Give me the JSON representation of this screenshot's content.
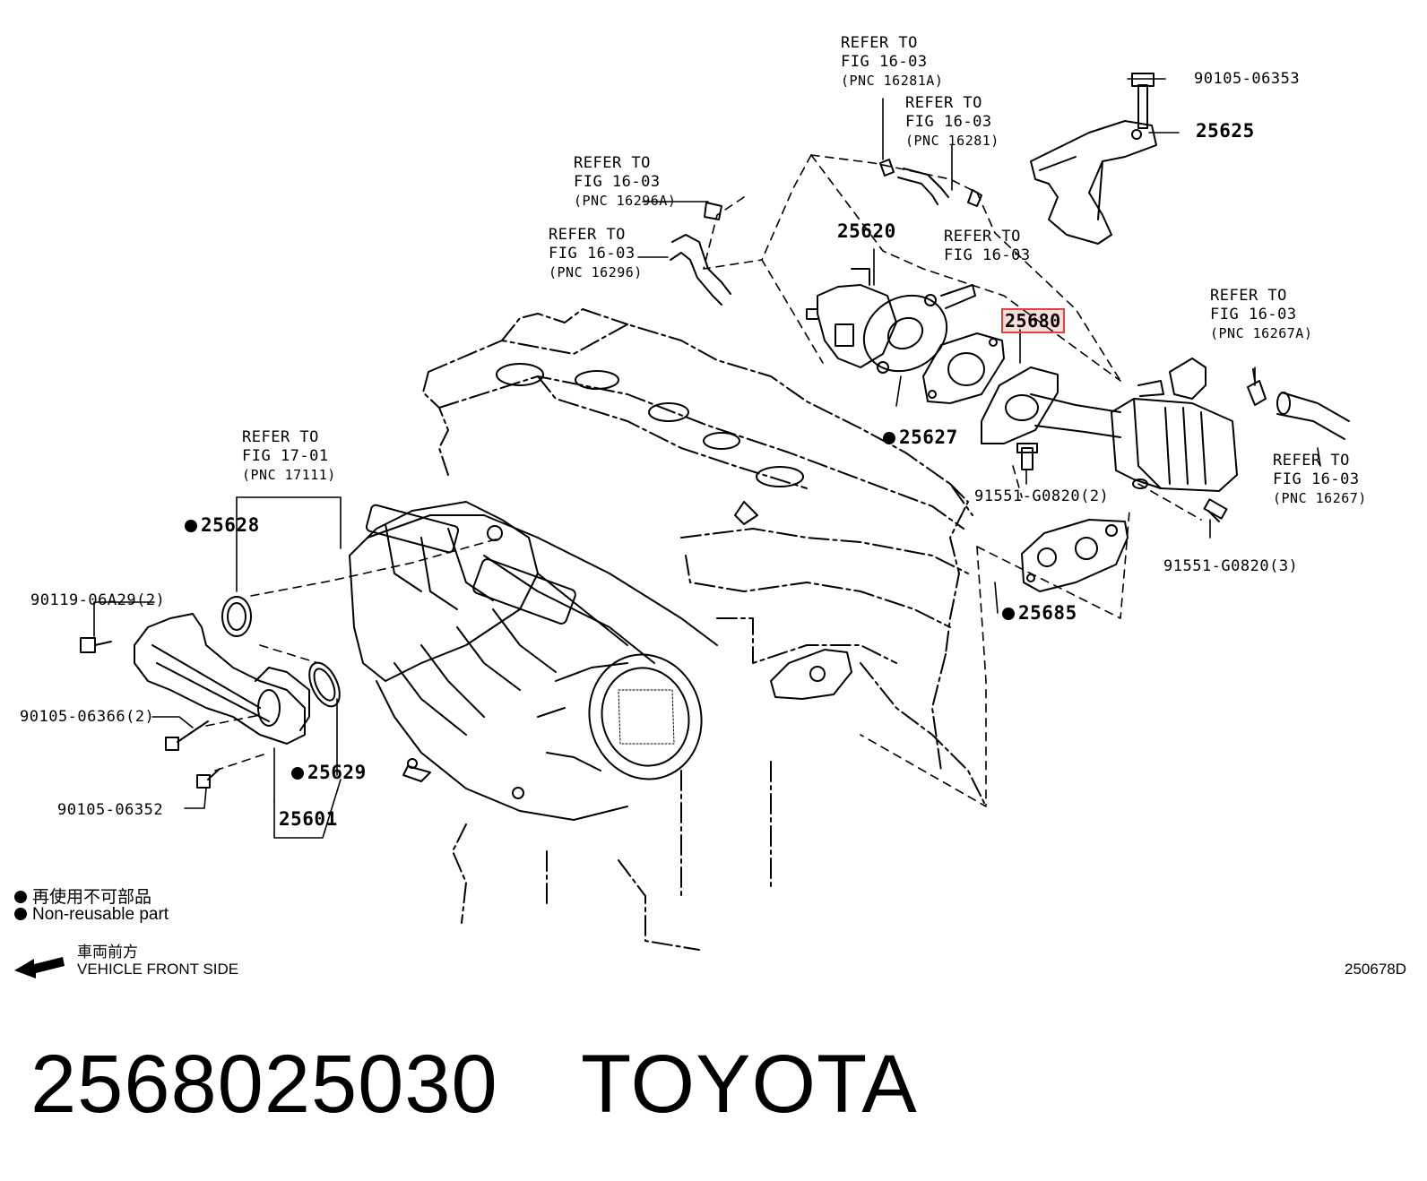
{
  "refs": {
    "fig16_03_16281A": {
      "line1": "REFER TO",
      "line2": "FIG 16-03",
      "line3": "(PNC 16281A)"
    },
    "fig16_03_16281": {
      "line1": "REFER TO",
      "line2": "FIG 16-03",
      "line3": "(PNC 16281)"
    },
    "fig16_03_16296A": {
      "line1": "REFER TO",
      "line2": "FIG 16-03",
      "line3": "(PNC 16296A)"
    },
    "fig16_03_16296": {
      "line1": "REFER TO",
      "line2": "FIG 16-03",
      "line3": "(PNC 16296)"
    },
    "fig16_03_plain": {
      "line1": "REFER TO",
      "line2": "FIG 16-03"
    },
    "fig16_03_16267A": {
      "line1": "REFER TO",
      "line2": "FIG 16-03",
      "line3": "(PNC 16267A)"
    },
    "fig16_03_16267": {
      "line1": "REFER TO",
      "line2": "FIG 16-03",
      "line3": "(PNC 16267)"
    },
    "fig17_01_17111": {
      "line1": "REFER TO",
      "line2": "FIG 17-01",
      "line3": "(PNC 17111)"
    }
  },
  "parts": {
    "p90105_06353": "90105-06353",
    "p25625": "25625",
    "p25620": "25620",
    "p25680": "25680",
    "p25627": "25627",
    "p91551_g0820_2": "91551-G0820(2)",
    "p91551_g0820_3": "91551-G0820(3)",
    "p25685": "25685",
    "p25628": "25628",
    "p90119_06a29_2": "90119-06A29(2)",
    "p90105_06366_2": "90105-06366(2)",
    "p25629": "25629",
    "p90105_06352": "90105-06352",
    "p25601": "25601"
  },
  "legend": {
    "jp_nonreusable": "再使用不可部品",
    "en_nonreusable": "Non-reusable part",
    "jp_front": "車両前方",
    "en_front": "VEHICLE FRONT SIDE"
  },
  "diagram_code": "250678D",
  "footer": {
    "part_number": "2568025030",
    "brand": "TOYOTA"
  },
  "colors": {
    "highlight_border": "#e0433c"
  }
}
